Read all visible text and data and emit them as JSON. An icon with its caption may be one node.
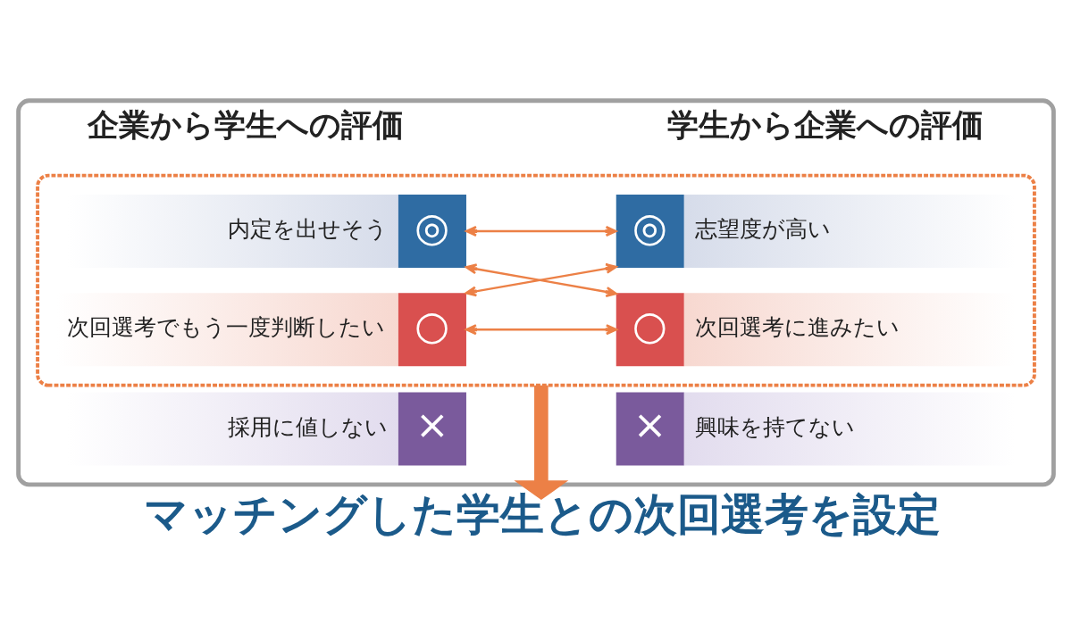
{
  "diagram": {
    "nodes": [
      {
        "text": [
          "企業から学生への評価",
          "学生から企業への評価"
        ]
      },
      {
        "text": [],
        "shape": "box",
        "in": 0
      },
      {
        "text": [
          "内定を出せそう",
          "◎"
        ],
        "in": 1
      },
      {
        "text": [
          "◎",
          "志望度が高い"
        ],
        "in": 1
      },
      {
        "text": [
          "次回選考でもう一度判断したい",
          "○"
        ],
        "in": 1
      },
      {
        "text": [
          "○",
          "次回選考に進みたい"
        ],
        "in": 1
      },
      {
        "text": [
          "採用に値しない",
          "×"
        ],
        "in": 0
      },
      {
        "text": [
          "×",
          "興味を持てない"
        ],
        "in": 0
      },
      {
        "text": [
          "マッチングした学生との次回選考を設定"
        ]
      }
    ],
    "edges": [
      {
        "from": 2,
        "to": 3,
        "arrow": "both"
      },
      {
        "from": 2,
        "to": 5,
        "arrow": "both"
      },
      {
        "from": 4,
        "to": 3,
        "arrow": "both"
      },
      {
        "from": 4,
        "to": 5,
        "arrow": "both"
      },
      {
        "from": 1,
        "to": 8,
        "arrow": "to",
        "style": "thick"
      }
    ]
  }
}
